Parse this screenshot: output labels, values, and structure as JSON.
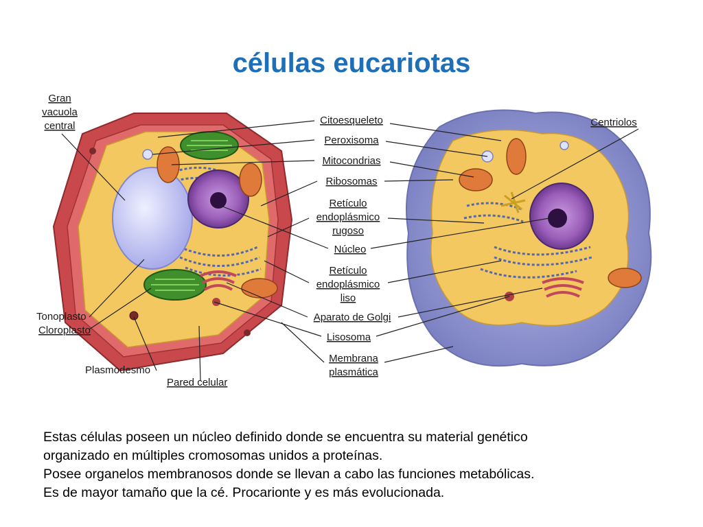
{
  "title": "células eucariotas",
  "labels": {
    "gran_vacuola": [
      "Gran",
      "vacuola",
      "central"
    ],
    "citoesqueleto": "Citoesqueleto",
    "peroxisoma": "Peroxisoma",
    "mitocondrias": "Mitocondrias",
    "ribosomas": "Ribosomas",
    "reticulo_rugoso": [
      "Retículo",
      "endoplásmico",
      "rugoso"
    ],
    "nucleo": "Núcleo",
    "reticulo_liso": [
      "Retículo",
      "endoplásmico",
      "liso"
    ],
    "golgi": "Aparato de Golgi",
    "lisosoma": "Lisosoma",
    "membrana": [
      "Membrana",
      "plasmática"
    ],
    "centriolos": "Centriolos",
    "tonoplasto": "Tonoplasto",
    "cloroplasto": "Cloroplasto",
    "plasmodesmo": "Plasmodesmo",
    "pared_celular": "Pared celular"
  },
  "description": [
    "Estas células poseen un núcleo definido donde se encuentra su material genético",
    "organizado en múltiples cromosomas unidos a proteínas.",
    "Posee organelos membranosos donde se llevan a cabo las funciones metabólicas.",
    "Es de mayor tamaño que la cé. Procarionte y es más evolucionada."
  ],
  "colors": {
    "title": "#1f6fb8",
    "cell_wall": "#c8484c",
    "cytoplasm": "#f3c860",
    "nucleus": "#9a5db8",
    "vacuole": "#c7c9f2",
    "chloroplast": "#3f8f2c",
    "mitochondria": "#e07a3a",
    "animal_membrane": "#9296cc"
  }
}
